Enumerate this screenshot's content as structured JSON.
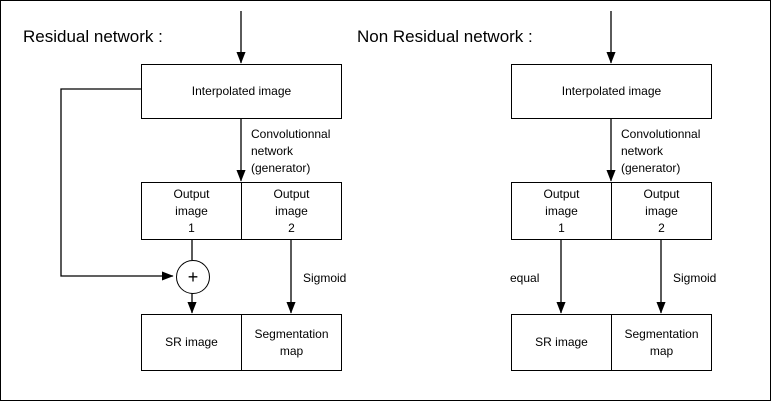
{
  "diagram": {
    "type": "flowchart",
    "background_color": "#ffffff",
    "line_color": "#000000",
    "panels": [
      {
        "id": "residual",
        "title": "Residual network :",
        "nodes": {
          "interpolated": "Interpolated image",
          "output_1": "Output\nimage\n1",
          "output_2": "Output\nimage\n2",
          "sum": "+",
          "sr_image": "SR image",
          "segmentation": "Segmentation\nmap"
        },
        "edge_labels": {
          "conv": "Convolutionnal\nnetwork\n(generator)",
          "sigmoid": "Sigmoid"
        }
      },
      {
        "id": "non-residual",
        "title": "Non Residual network :",
        "nodes": {
          "interpolated": "Interpolated image",
          "output_1": "Output\nimage\n1",
          "output_2": "Output\nimage\n2",
          "sr_image": "SR image",
          "segmentation": "Segmentation\nmap"
        },
        "edge_labels": {
          "conv": "Convolutionnal\nnetwork\n(generator)",
          "equal": "equal",
          "sigmoid": "Sigmoid"
        }
      }
    ]
  }
}
